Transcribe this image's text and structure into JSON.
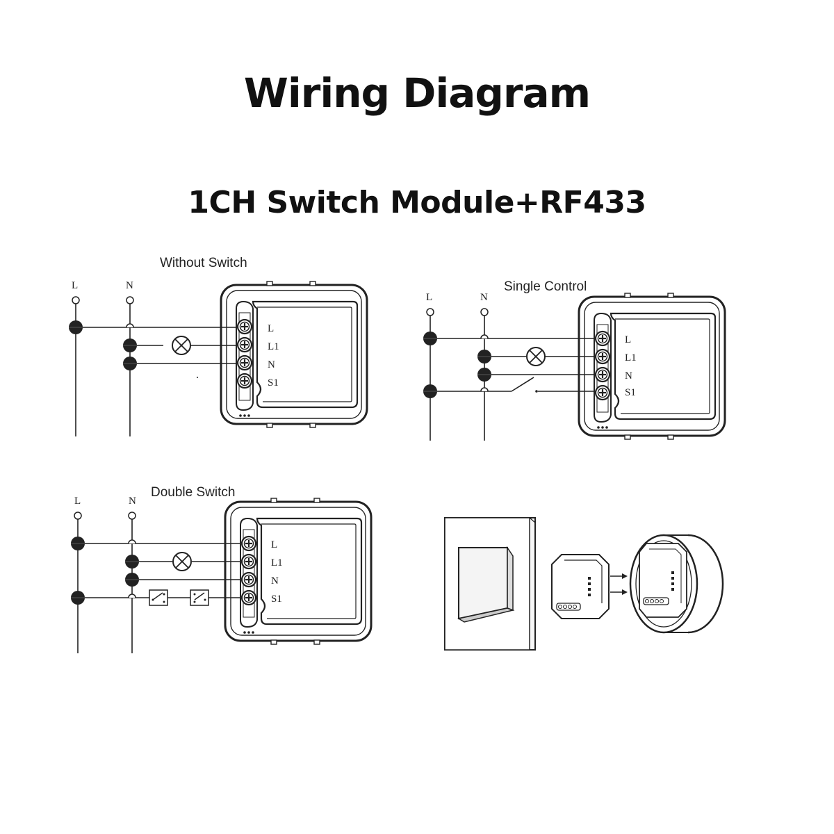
{
  "title": "Wiring Diagram",
  "subtitle": "1CH Switch Module+RF433",
  "panels": {
    "without_switch": {
      "caption": "Without Switch",
      "line_label": "L",
      "neutral_label": "N",
      "terminals": [
        "L",
        "L1",
        "N",
        "S1"
      ]
    },
    "single_control": {
      "caption": "Single Control",
      "line_label": "L",
      "neutral_label": "N",
      "terminals": [
        "L",
        "L1",
        "N",
        "S1"
      ]
    },
    "double_switch": {
      "caption": "Double Switch",
      "line_label": "L",
      "neutral_label": "N",
      "terminals": [
        "L",
        "L1",
        "N",
        "S1"
      ]
    }
  },
  "colors": {
    "line": "#222222",
    "wall_plate": "#e9e9e9",
    "rocker": "#f4f4f4"
  }
}
